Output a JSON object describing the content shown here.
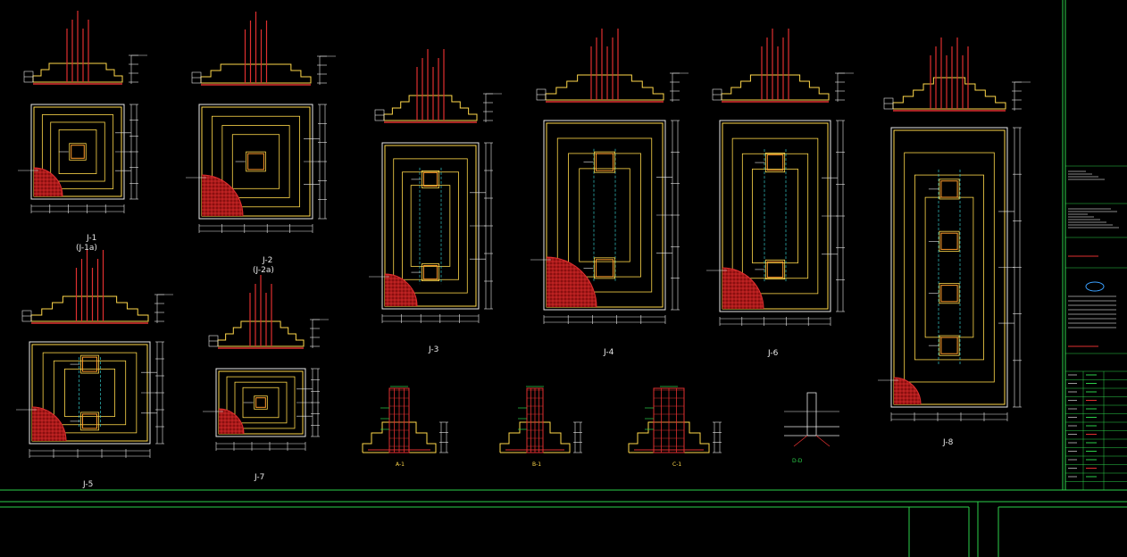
{
  "colors": {
    "background": "#000000",
    "outline": "#ffd84a",
    "rebar": "#e03030",
    "dimension": "#e8e8e8",
    "frame": "#2ccf4a",
    "axis": "#33c8c8",
    "pier_box": "#ff9a2a"
  },
  "footings": [
    {
      "label": "J-1",
      "sublabel": "(J-1a)",
      "piers": 1
    },
    {
      "label": "J-2",
      "sublabel": "(J-2a)",
      "piers": 1
    },
    {
      "label": "J-3",
      "sublabel": "",
      "piers": 2
    },
    {
      "label": "J-4",
      "sublabel": "",
      "piers": 2
    },
    {
      "label": "J-6",
      "sublabel": "",
      "piers": 2
    },
    {
      "label": "J-8",
      "sublabel": "",
      "piers": 4
    },
    {
      "label": "J-5",
      "sublabel": "",
      "piers": 2
    },
    {
      "label": "J-7",
      "sublabel": "",
      "piers": 1
    }
  ],
  "sections": [
    {
      "label": "A-1"
    },
    {
      "label": "B-1"
    },
    {
      "label": "C-1"
    },
    {
      "label": "D-D"
    }
  ]
}
